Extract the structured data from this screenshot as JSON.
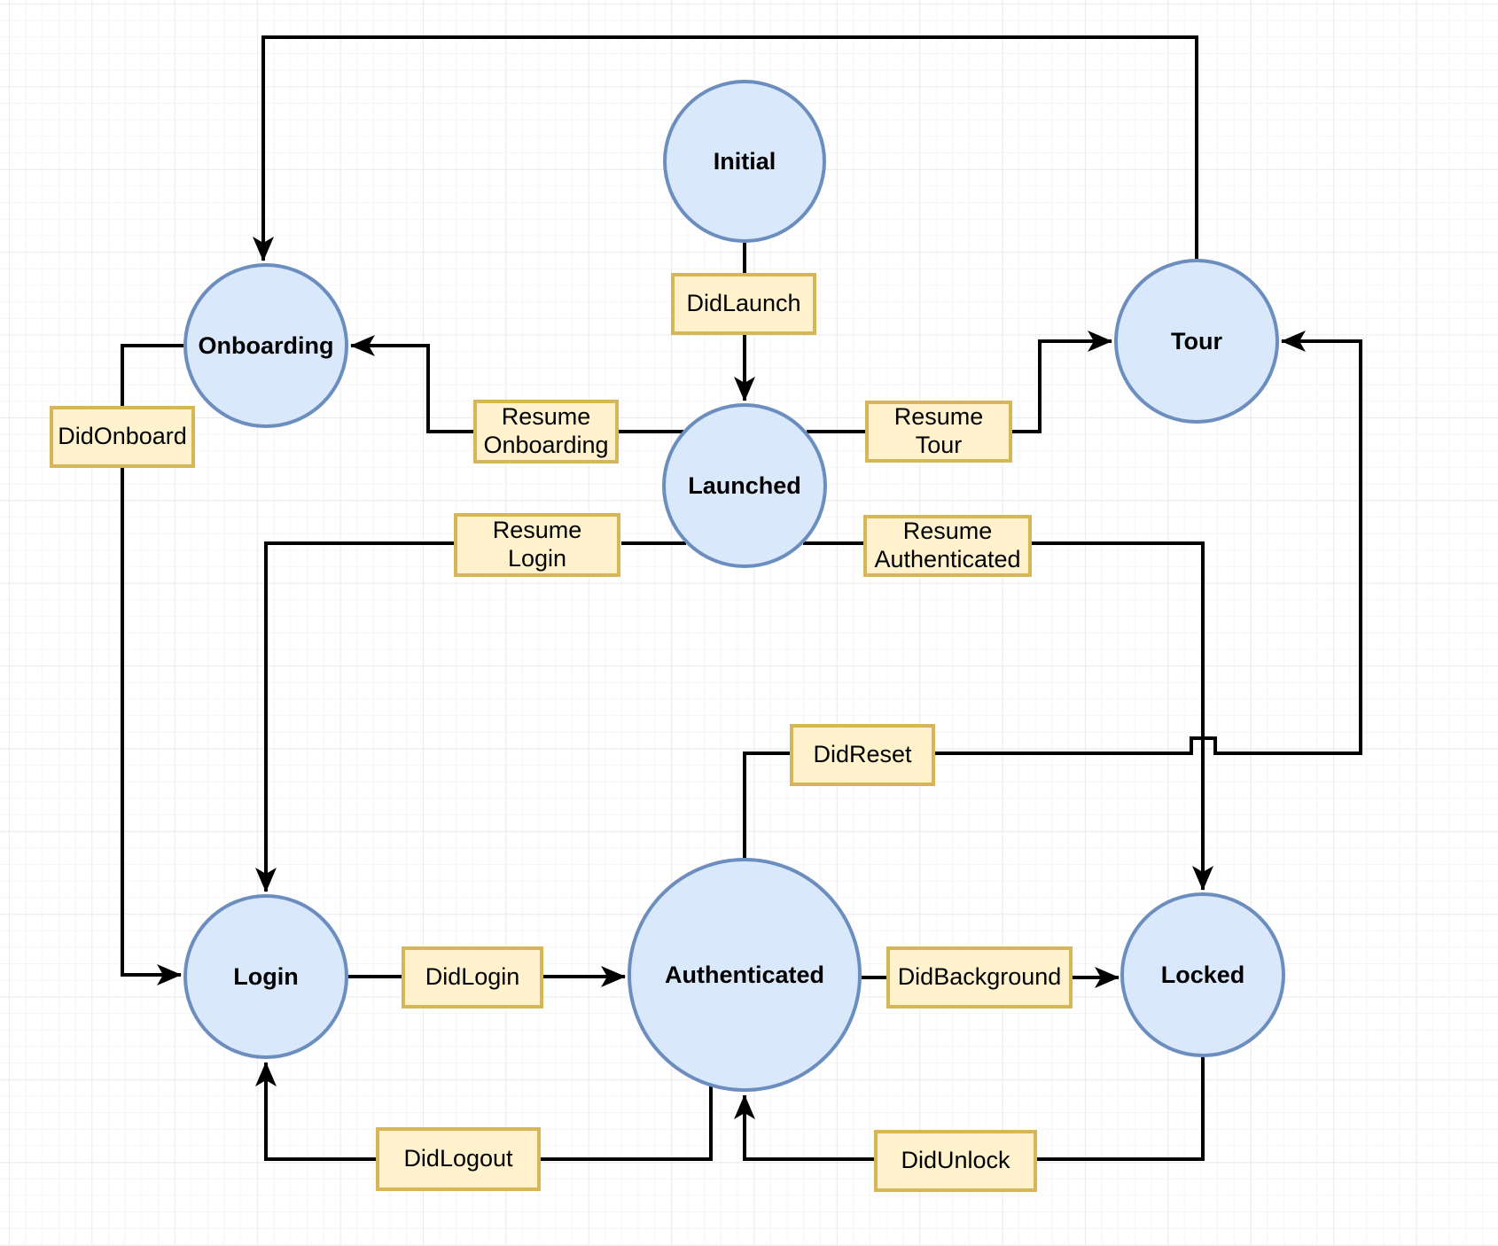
{
  "diagram": {
    "type": "state-machine",
    "states": {
      "initial": {
        "label": "Initial"
      },
      "onboarding": {
        "label": "Onboarding"
      },
      "tour": {
        "label": "Tour"
      },
      "launched": {
        "label": "Launched"
      },
      "login": {
        "label": "Login"
      },
      "authenticated": {
        "label": "Authenticated"
      },
      "locked": {
        "label": "Locked"
      }
    },
    "events": {
      "didLaunch": {
        "label": "DidLaunch"
      },
      "resumeOnboarding": {
        "label": "Resume\nOnboarding"
      },
      "resumeTour": {
        "label": "Resume\nTour"
      },
      "resumeLogin": {
        "label": "Resume\nLogin"
      },
      "resumeAuthenticated": {
        "label": "Resume\nAuthenticated"
      },
      "didOnboard": {
        "label": "DidOnboard"
      },
      "didReset": {
        "label": "DidReset"
      },
      "didLogin": {
        "label": "DidLogin"
      },
      "didBackground": {
        "label": "DidBackground"
      },
      "didLogout": {
        "label": "DidLogout"
      },
      "didUnlock": {
        "label": "DidUnlock"
      }
    },
    "transitions": [
      {
        "from": "Initial",
        "to": "Launched",
        "event": "DidLaunch"
      },
      {
        "from": "Launched",
        "to": "Onboarding",
        "event": "Resume Onboarding"
      },
      {
        "from": "Launched",
        "to": "Tour",
        "event": "Resume Tour"
      },
      {
        "from": "Launched",
        "to": "Login",
        "event": "Resume Login"
      },
      {
        "from": "Launched",
        "to": "Locked",
        "event": "Resume Authenticated"
      },
      {
        "from": "Onboarding",
        "to": "Login",
        "event": "DidOnboard"
      },
      {
        "from": "Tour",
        "to": "Onboarding",
        "event": null
      },
      {
        "from": "Authenticated",
        "to": "Tour",
        "event": "DidReset"
      },
      {
        "from": "Login",
        "to": "Authenticated",
        "event": "DidLogin"
      },
      {
        "from": "Authenticated",
        "to": "Locked",
        "event": "DidBackground"
      },
      {
        "from": "Authenticated",
        "to": "Login",
        "event": "DidLogout"
      },
      {
        "from": "Locked",
        "to": "Authenticated",
        "event": "DidUnlock"
      }
    ],
    "colors": {
      "state_fill": "#dae8fc",
      "state_stroke": "#6c8ebf",
      "event_fill": "#fff2cc",
      "event_stroke": "#d6b656",
      "edge": "#000000",
      "text": "#000000",
      "grid_minor": "#f6f6f6",
      "grid_major": "#ececec",
      "background": "#ffffff"
    }
  }
}
